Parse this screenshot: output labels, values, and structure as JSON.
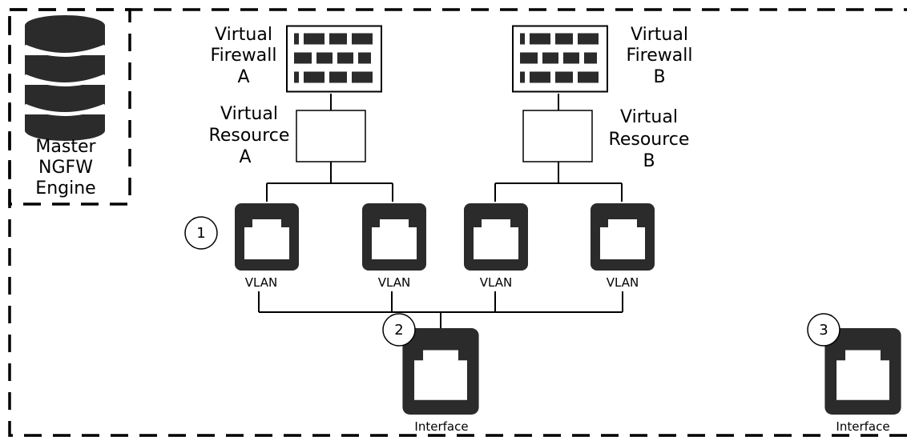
{
  "master_engine": {
    "label_lines": [
      "Master",
      "NGFW",
      "Engine"
    ]
  },
  "virtual_firewall_a": {
    "label_lines": [
      "Virtual",
      "Firewall",
      "A"
    ]
  },
  "virtual_firewall_b": {
    "label_lines": [
      "Virtual",
      "Firewall",
      "B"
    ]
  },
  "virtual_resource_a": {
    "label_lines": [
      "Virtual",
      "Resource",
      "A"
    ]
  },
  "virtual_resource_b": {
    "label_lines": [
      "Virtual",
      "Resource",
      "B"
    ]
  },
  "vlans": [
    {
      "label": "VLAN"
    },
    {
      "label": "VLAN"
    },
    {
      "label": "VLAN"
    },
    {
      "label": "VLAN"
    }
  ],
  "interface_shared": {
    "label": "Interface"
  },
  "interface_unused": {
    "label": "Interface"
  },
  "callouts": [
    {
      "number": "1"
    },
    {
      "number": "2"
    },
    {
      "number": "3"
    }
  ],
  "colors": {
    "icon_dark": "#2b2b2b",
    "line": "#000000",
    "background": "#ffffff"
  }
}
